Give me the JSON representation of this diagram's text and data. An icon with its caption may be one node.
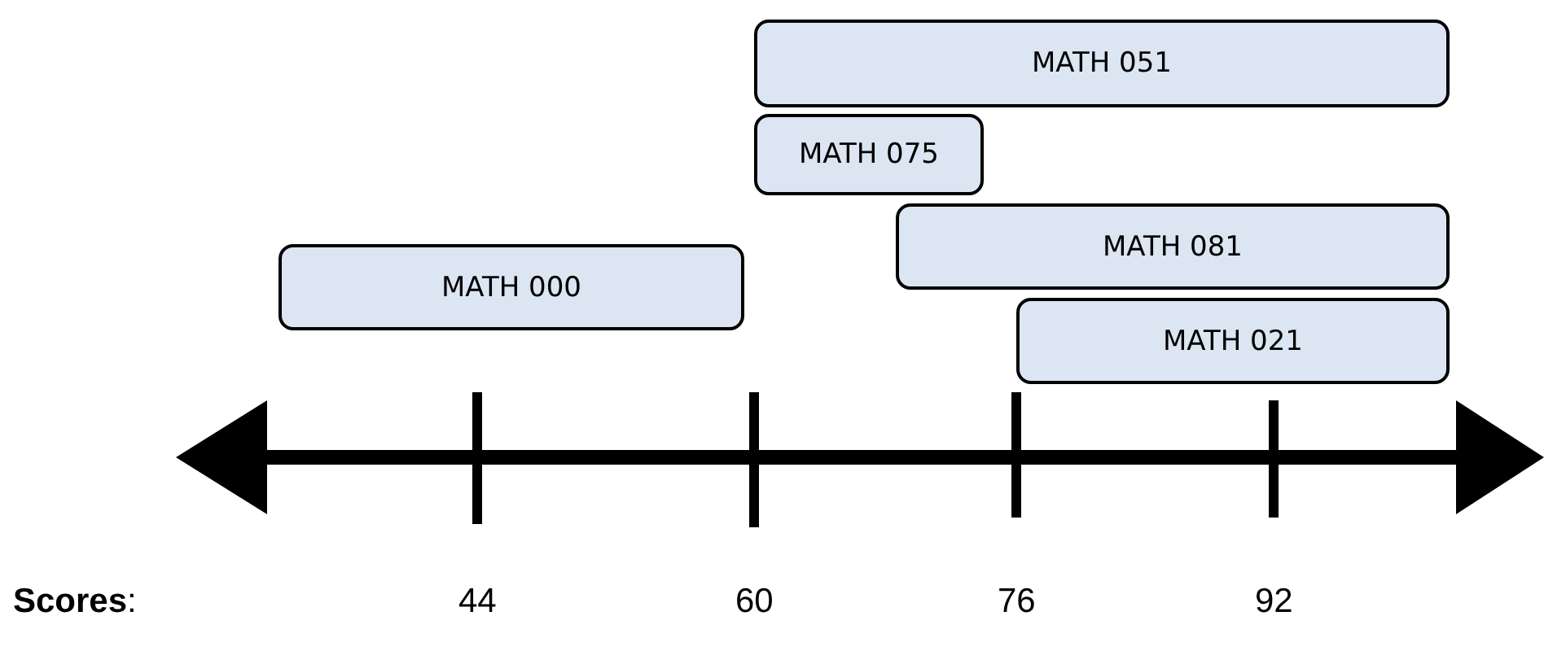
{
  "diagram": {
    "nodes": [
      {
        "text": [
          "MATH 051"
        ]
      },
      {
        "text": [
          "MATH 075"
        ]
      },
      {
        "text": [
          "MATH 081"
        ]
      },
      {
        "text": [
          "MATH 000"
        ]
      },
      {
        "text": [
          "MATH 021"
        ]
      }
    ],
    "labels": [
      "**Scores**:",
      "44",
      "60",
      "76",
      "92"
    ]
  }
}
